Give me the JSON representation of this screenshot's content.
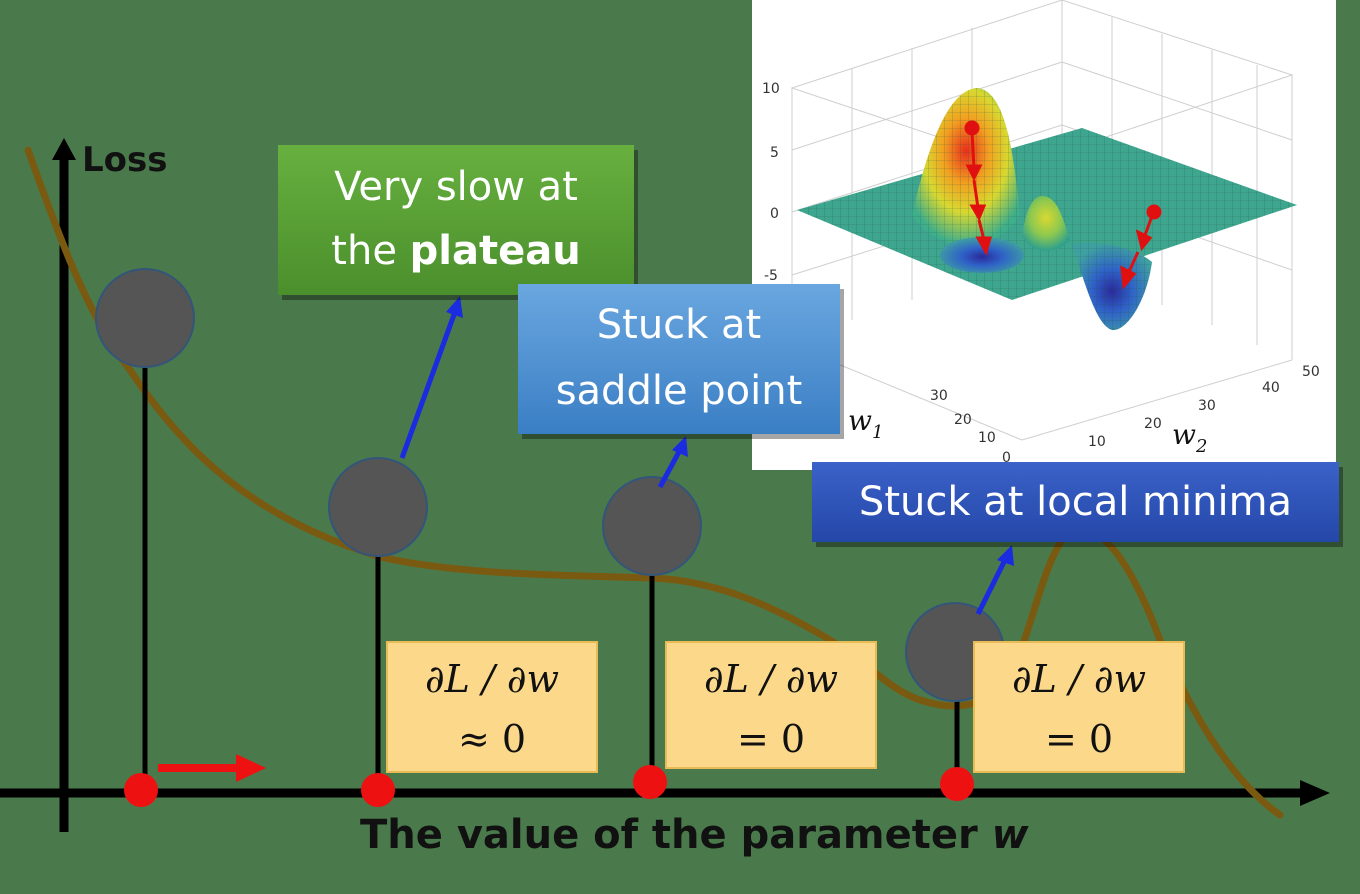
{
  "main_plot": {
    "y_axis_label": "Loss",
    "x_axis_label_prefix": "The value of the parameter ",
    "x_axis_label_var": "w"
  },
  "callouts": {
    "plateau": {
      "line1": "Very slow at",
      "line2_prefix": "the ",
      "line2_bold": "plateau",
      "color": "#5aa035"
    },
    "saddle": {
      "line1": "Stuck at",
      "line2": "saddle point",
      "color": "#4f92d6"
    },
    "local_minima": {
      "text": "Stuck at local minima",
      "color": "#2e54b8"
    }
  },
  "gradient_labels": [
    {
      "expr": "∂L / ∂w",
      "value": "≈ 0"
    },
    {
      "expr": "∂L / ∂w",
      "value": "= 0"
    },
    {
      "expr": "∂L / ∂w",
      "value": "= 0"
    }
  ],
  "surface_plot": {
    "z_ticks": [
      "10",
      "5",
      "0",
      "-5"
    ],
    "w1_ticks": [
      "30",
      "20",
      "10",
      "0"
    ],
    "w2_ticks": [
      "50",
      "40",
      "30",
      "20",
      "10"
    ],
    "w1_label": "w",
    "w1_sub": "1",
    "w2_label": "w",
    "w2_sub": "2"
  },
  "colors": {
    "background": "#4a7a4c",
    "curve": "#7a5a10",
    "ball": "#555555",
    "marker": "#ee1111",
    "pointer": "#1a2be0",
    "gradient_box": "#fcd98a"
  }
}
